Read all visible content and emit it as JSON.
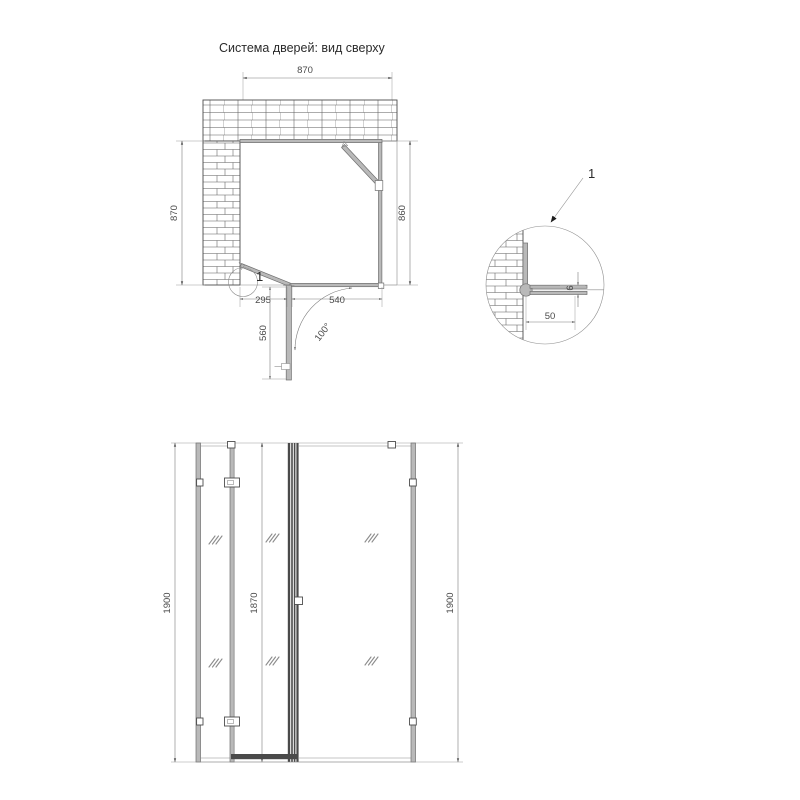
{
  "document": {
    "title": "Система дверей: вид сверху",
    "units": "mm",
    "line_color": "#4d4d4d",
    "text_color": "#3b3b3b"
  },
  "top_view": {
    "name": "Система дверей: вид сверху",
    "dimensions": {
      "overall_width": "870",
      "overall_depth": "870",
      "inner_depth": "860",
      "fixed_panel": "295",
      "door_leaf": "540",
      "door_open_depth": "560",
      "open_angle": "100°"
    },
    "detail_marker": "1"
  },
  "detail_view": {
    "label": "1",
    "dimensions": {
      "profile_width": "50",
      "glass_thickness": "6"
    }
  },
  "elevation": {
    "dimensions": {
      "height_left": "1900",
      "height_right": "1900",
      "glass_height": "1870"
    }
  },
  "icons": {
    "glass_symbol": "glass-hatch-icon",
    "brick_symbol": "brick-hatch-icon",
    "hinge_symbol": "hinge-icon",
    "handle_symbol": "handle-icon",
    "leader_arrow": "leader-arrow-icon"
  }
}
